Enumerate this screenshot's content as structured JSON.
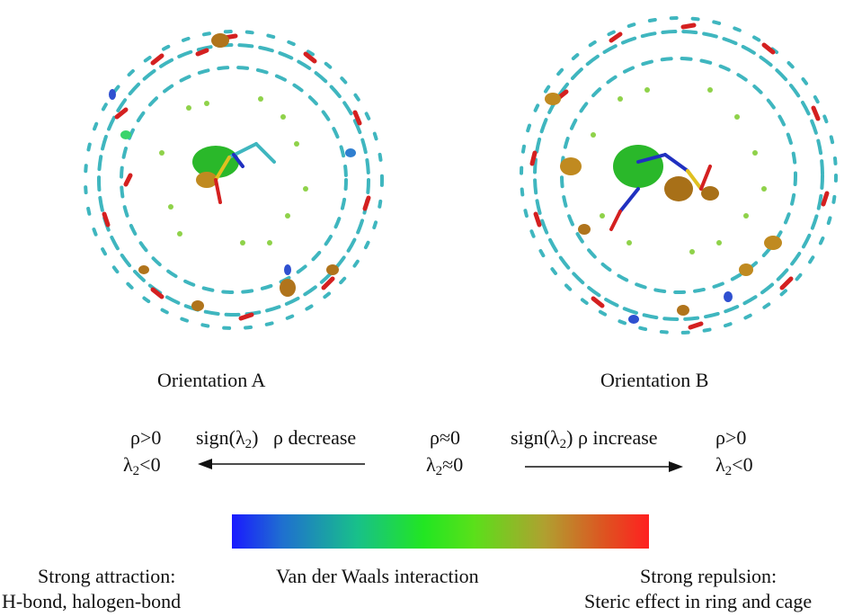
{
  "orientations": [
    {
      "label": "Orientation A"
    },
    {
      "label": "Orientation B"
    }
  ],
  "scale": {
    "left_condition": {
      "rho": "ρ>0",
      "lambda_base": "λ",
      "lambda_sub": "2",
      "lambda_rel": "<0"
    },
    "left_text": {
      "pre": "sign(λ",
      "sub": "2",
      "post": ")   ρ decrease"
    },
    "center_condition": {
      "rho": "ρ≈0",
      "lambda_base": "λ",
      "lambda_sub": "2",
      "lambda_rel": "≈0"
    },
    "right_text": {
      "pre": "sign(λ",
      "sub": "2",
      "post": ") ρ increase"
    },
    "right_condition": {
      "rho": "ρ>0",
      "lambda_base": "λ",
      "lambda_sub": "2",
      "lambda_rel": "<0"
    }
  },
  "colorbar": {
    "colors": [
      "#1a1aff",
      "#22e622",
      "#ff2020"
    ]
  },
  "legend": {
    "left_line1": "Strong attraction:",
    "left_line2": "H-bond, halogen-bond",
    "center": "Van der Waals interaction",
    "right_line1": "Strong repulsion:",
    "right_line2": "Steric effect in ring and cage"
  }
}
